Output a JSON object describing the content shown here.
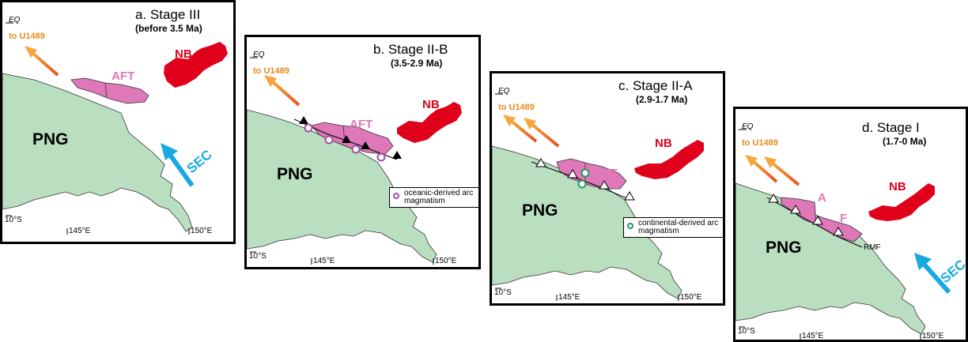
{
  "labels": {
    "eq": "EQ",
    "to_u1489": "to U1489",
    "png": "PNG",
    "nb": "NB",
    "aft": "AFT",
    "a": "A",
    "f": "F",
    "sec": "SEC",
    "rmf": "RMF",
    "lat": "10°S",
    "lon145": "145°E",
    "lon150": "150°E"
  },
  "panels": [
    {
      "title": "a. Stage III",
      "age": "(before 3.5 Ma)"
    },
    {
      "title": "b. Stage II-B",
      "age": "(3.5-2.9 Ma)",
      "legend": "oceanic-derived arc magmatism"
    },
    {
      "title": "c. Stage II-A",
      "age": "(2.9-1.7 Ma)",
      "legend": "continental-derived arc magmatism"
    },
    {
      "title": "d. Stage I",
      "age": "(1.7-0 Ma)"
    }
  ],
  "colors": {
    "land": "#b9dfc0",
    "nb": "#e0001b",
    "aft": "#de78b8",
    "sec": "#19a9e0",
    "arrow_orange": "#f0a030",
    "oceanic_magmatism": "#a64ca6",
    "continental_magmatism": "#1f9a5a"
  }
}
